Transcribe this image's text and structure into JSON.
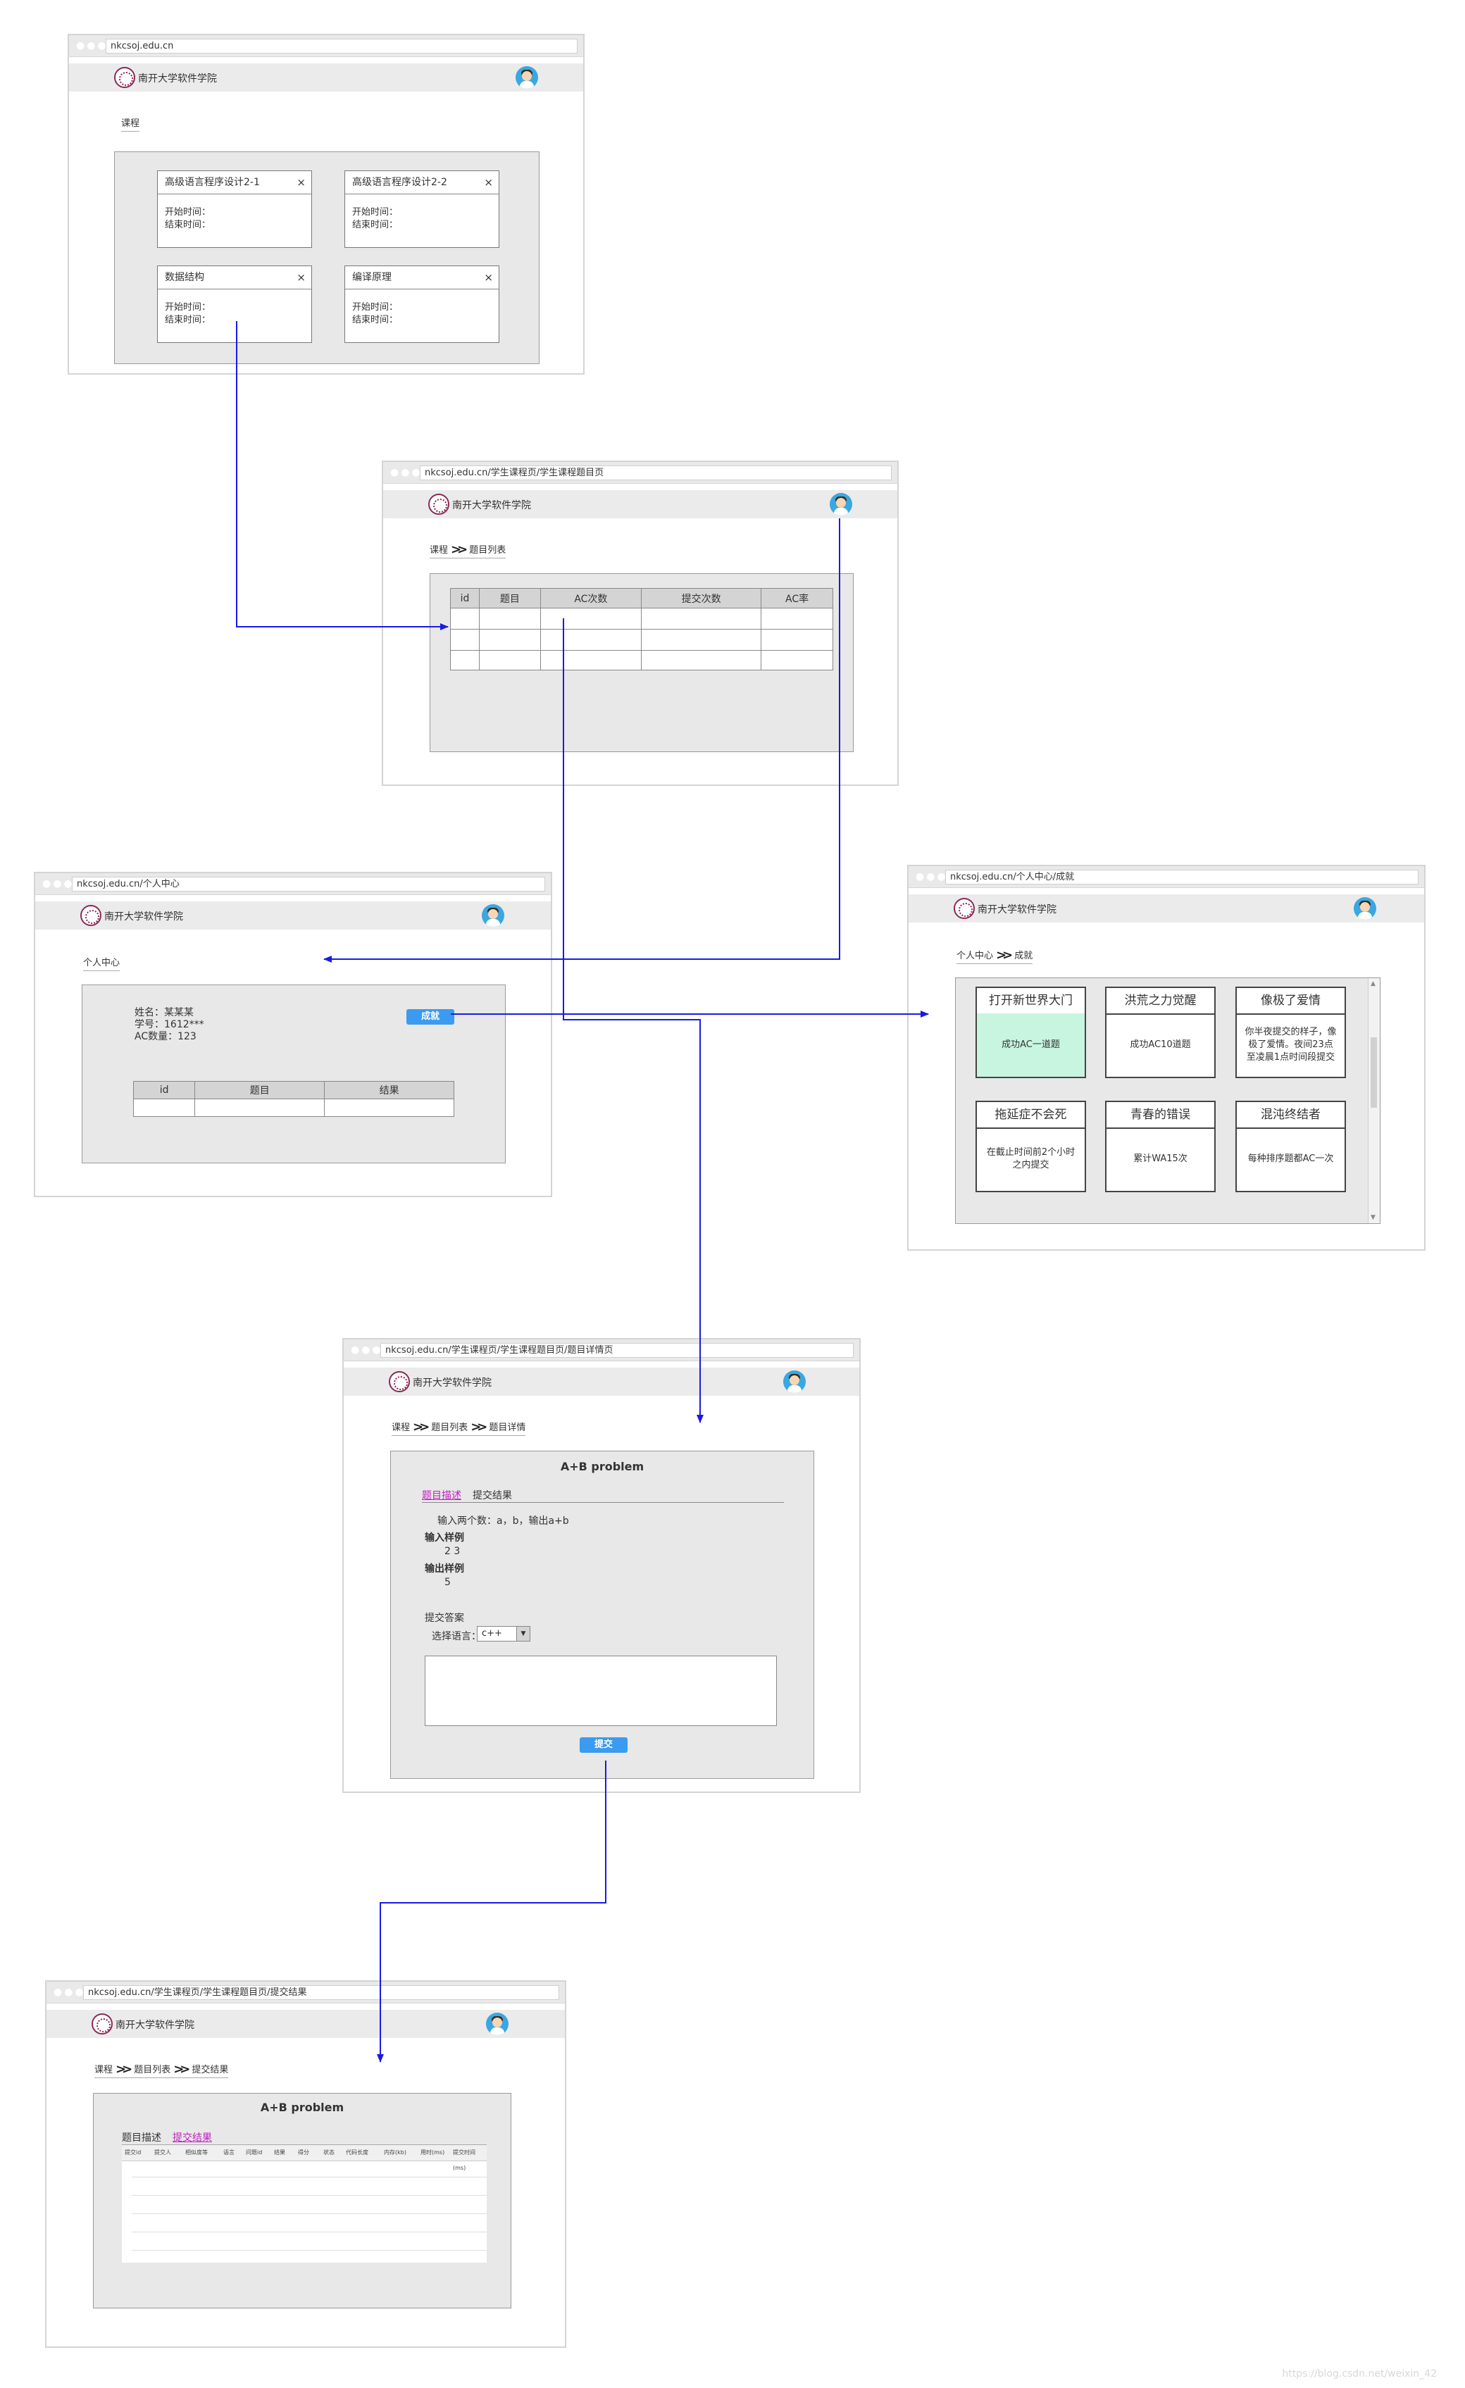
{
  "school_name": "南开大学软件学院",
  "window1": {
    "url": "nkcsoj.edu.cn",
    "breadcrumb": "课程",
    "start_label": "开始时间：",
    "end_label": "结束时间：",
    "close_icon": "×",
    "courses": [
      "高级语言程序设计2-1",
      "高级语言程序设计2-2",
      "数据结构",
      "编译原理"
    ]
  },
  "window2": {
    "url": "nkcsoj.edu.cn/学生课程页/学生课程题目页",
    "breadcrumb": [
      "课程",
      "题目列表"
    ],
    "columns": [
      "id",
      "题目",
      "AC次数",
      "提交次数",
      "AC率"
    ]
  },
  "window3": {
    "url": "nkcsoj.edu.cn/个人中心",
    "breadcrumb": "个人中心",
    "name_line": "姓名：某某某",
    "id_line": "学号：1612***",
    "ac_line": "AC数量：123",
    "achievement_button": "成就",
    "columns": [
      "id",
      "题目",
      "结果"
    ]
  },
  "window4": {
    "url": "nkcsoj.edu.cn/个人中心/成就",
    "breadcrumb": [
      "个人中心",
      "成就"
    ],
    "achievements": [
      {
        "title": "打开新世界大门",
        "desc": "成功AC一道题",
        "unlocked": true
      },
      {
        "title": "洪荒之力觉醒",
        "desc": "成功AC10道题",
        "unlocked": false
      },
      {
        "title": "像极了爱情",
        "desc": "你半夜提交的样子，像极了爱情。夜间23点至凌晨1点时间段提交",
        "unlocked": false
      },
      {
        "title": "拖延症不会死",
        "desc": "在截止时间前2个小时之内提交",
        "unlocked": false
      },
      {
        "title": "青春的错误",
        "desc": "累计WA15次",
        "unlocked": false
      },
      {
        "title": "混沌终结者",
        "desc": "每种排序题都AC一次",
        "unlocked": false
      }
    ]
  },
  "window5": {
    "url": "nkcsoj.edu.cn/学生课程页/学生课程题目页/题目详情页",
    "breadcrumb": [
      "课程",
      "题目列表",
      "题目详情"
    ],
    "problem_title": "A+B problem",
    "tab_desc": "题目描述",
    "tab_result": "提交结果",
    "description": "输入两个数：a，b，输出a+b",
    "input_label": "输入样例",
    "input_sample": "2 3",
    "output_label": "输出样例",
    "output_sample": "5",
    "submit_section": "提交答案",
    "language_label": "选择语言：",
    "language_value": "c++",
    "submit_button": "提交"
  },
  "window6": {
    "url": "nkcsoj.edu.cn/学生课程页/学生课程题目页/提交结果",
    "breadcrumb": [
      "课程",
      "题目列表",
      "提交结果"
    ],
    "problem_title": "A+B problem",
    "tab_desc": "题目描述",
    "tab_result": "提交结果",
    "columns": [
      "提交id",
      "提交人",
      "相似度等",
      "语言",
      "问题id",
      "结果",
      "得分",
      "状态",
      "代码长度",
      "内存(kb)",
      "用时(ms)",
      "提交时间(ms)"
    ]
  },
  "watermark": "https://blog.csdn.net/weixin_42",
  "colors": {
    "arrow": "#1a1ae6",
    "accent_button": "#3a9bf0",
    "active_tab": "#c020c0",
    "unlocked": "#c8f5e0"
  }
}
